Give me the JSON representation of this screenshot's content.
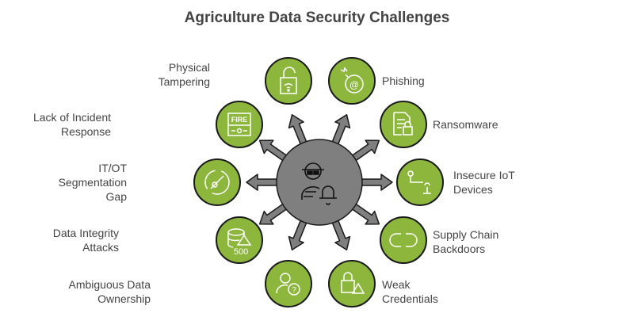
{
  "title": "Agriculture Data Security Challenges",
  "colors": {
    "node": "#8cb63c",
    "hub": "#7f7f7f",
    "outline": "#1a1a1a",
    "text": "#444444"
  },
  "center": {
    "icon": "hacker-bell-icon"
  },
  "challenges": [
    {
      "label": "Physical\nTampering",
      "icon": "unlocked-wifi-lock-icon",
      "side": "left"
    },
    {
      "label": "Phishing",
      "icon": "email-bomb-icon",
      "side": "right"
    },
    {
      "label": "Lack of Incident\nResponse",
      "icon": "fire-alarm-icon",
      "side": "left"
    },
    {
      "label": "Ransomware",
      "icon": "document-lock-icon",
      "side": "right"
    },
    {
      "label": "IT/OT\nSegmentation\nGap",
      "icon": "network-gap-icon",
      "side": "left"
    },
    {
      "label": "Insecure IoT\nDevices",
      "icon": "iot-antenna-icon",
      "side": "right"
    },
    {
      "label": "Data Integrity\nAttacks",
      "icon": "database-warning-icon",
      "side": "left",
      "icon_text": "500"
    },
    {
      "label": "Supply Chain\nBackdoors",
      "icon": "broken-link-icon",
      "side": "right"
    },
    {
      "label": "Ambiguous Data\nOwnership",
      "icon": "user-question-icon",
      "side": "left"
    },
    {
      "label": "Weak\nCredentials",
      "icon": "lock-warning-icon",
      "side": "right"
    }
  ]
}
